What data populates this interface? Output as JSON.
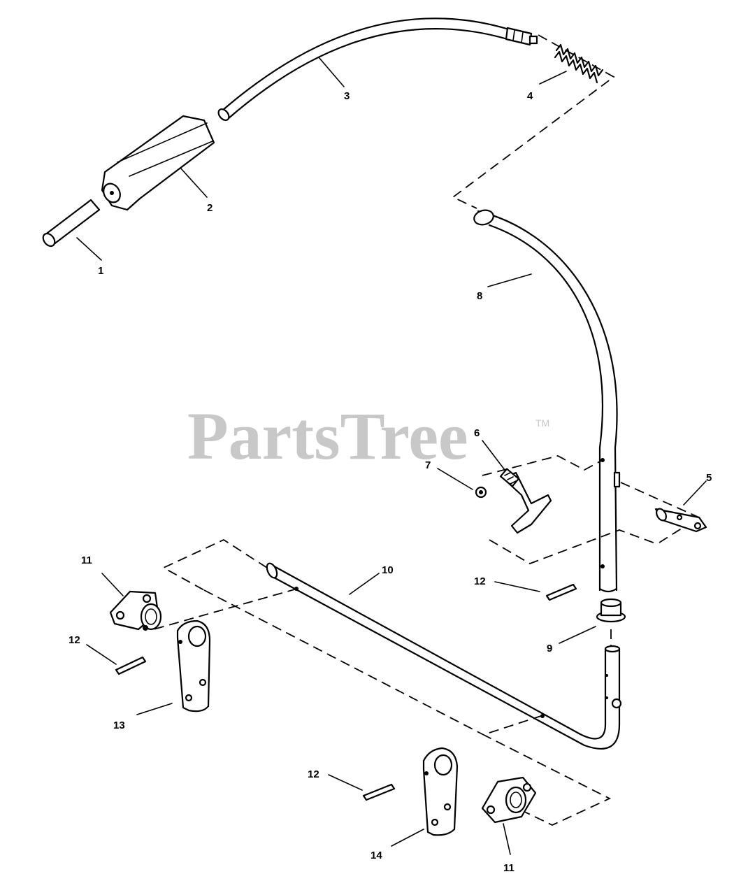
{
  "watermark": {
    "text": "PartsTree",
    "trademark": "TM"
  },
  "callouts": [
    {
      "id": "c1",
      "label": "1"
    },
    {
      "id": "c2",
      "label": "2"
    },
    {
      "id": "c3",
      "label": "3"
    },
    {
      "id": "c4",
      "label": "4"
    },
    {
      "id": "c5",
      "label": "5"
    },
    {
      "id": "c6",
      "label": "6"
    },
    {
      "id": "c7",
      "label": "7"
    },
    {
      "id": "c8",
      "label": "8"
    },
    {
      "id": "c9",
      "label": "9"
    },
    {
      "id": "c10",
      "label": "10"
    },
    {
      "id": "c11a",
      "label": "11"
    },
    {
      "id": "c11b",
      "label": "11"
    },
    {
      "id": "c12a",
      "label": "12"
    },
    {
      "id": "c12b",
      "label": "12"
    },
    {
      "id": "c12c",
      "label": "12"
    },
    {
      "id": "c13",
      "label": "13"
    },
    {
      "id": "c14",
      "label": "14"
    }
  ]
}
